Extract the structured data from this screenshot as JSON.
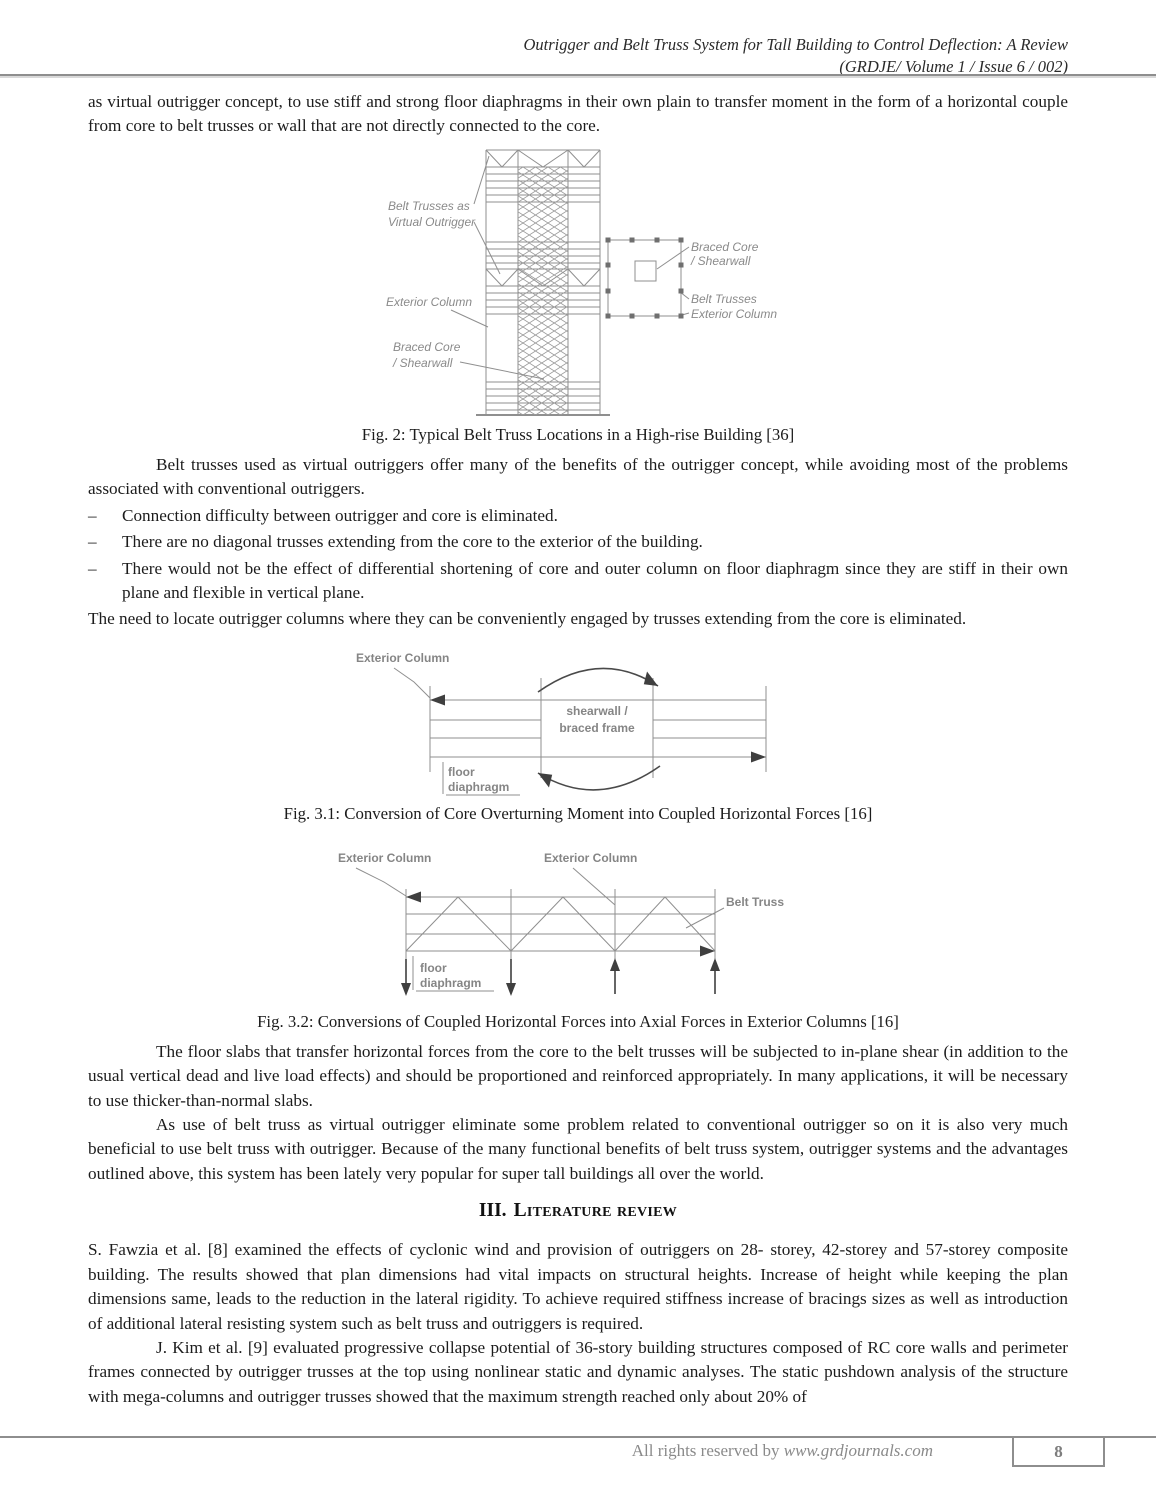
{
  "header": {
    "title_line1": "Outrigger and Belt Truss System for Tall Building to Control Deflection: A Review",
    "title_line2": "(GRDJE/ Volume 1 / Issue 6 / 002)"
  },
  "body": {
    "para_intro": "as virtual outrigger concept, to use stiff and strong floor diaphragms in their own plain to transfer moment in the form of a horizontal couple from core to belt trusses or wall that are not directly connected to the core.",
    "para_belt_trusses": "Belt trusses used as virtual outriggers offer many of the benefits of the outrigger concept, while avoiding most of the problems associated with conventional outriggers.",
    "bullet_marker": "–",
    "bullets": [
      "Connection difficulty between outrigger and core is eliminated.",
      "There are no diagonal trusses extending from the core to the exterior of the building.",
      "There would not be the effect of differential shortening of core and outer column on floor diaphragm since they are stiff in their own plane and flexible in vertical plane."
    ],
    "para_need": "The need to locate outrigger columns where they can be conveniently engaged by trusses extending from the core is eliminated.",
    "para_floor_slabs": "The floor slabs that transfer horizontal forces from the core to the belt trusses will be subjected to in-plane shear (in addition to the usual vertical dead and live load effects) and should be proportioned and reinforced appropriately. In many applications, it will be necessary to use thicker-than-normal slabs.",
    "para_as_use": "As use of belt truss as virtual outrigger eliminate some problem related to conventional outrigger so on it is also very much beneficial to use belt truss with outrigger.  Because of the many functional benefits of belt truss system, outrigger systems and the advantages outlined above, this system has been lately very popular for super tall buildings all over the world.",
    "section_heading": {
      "number": "III.",
      "text": "Literature review"
    },
    "para_fawzia": "S. Fawzia et al. [8] examined the effects of cyclonic wind and provision of outriggers on 28- storey, 42-storey and 57-storey composite building. The results showed that plan dimensions had vital impacts on structural heights. Increase of height while keeping the plan dimensions same, leads to the reduction in the lateral rigidity. To achieve required stiffness increase of bracings sizes as well as introduction of additional lateral resisting system such as belt truss and outriggers is required.",
    "para_kim": "J. Kim et al. [9] evaluated progressive collapse potential of 36-story building structures composed of RC core walls and perimeter frames connected by outrigger trusses at the top using nonlinear static and dynamic analyses. The static pushdown analysis of the structure with mega-columns and outrigger trusses showed that the maximum strength reached only about 20% of"
  },
  "figures": {
    "fig2": {
      "caption": "Fig. 2: Typical Belt Truss Locations in a High-rise Building [36]",
      "labels": {
        "belt_trusses_line1": "Belt Trusses as",
        "belt_trusses_line2": "Virtual Outrigger",
        "exterior_column": "Exterior Column",
        "braced_core_line1": "Braced Core",
        "braced_core_line2": "/ Shearwall",
        "plan_braced_core_line1": "Braced Core",
        "plan_braced_core_line2": "/ Shearwall",
        "plan_belt_trusses": "Belt Trusses",
        "plan_exterior_column": "Exterior Column"
      }
    },
    "fig31": {
      "caption": "Fig. 3.1: Conversion of Core Overturning Moment into Coupled Horizontal Forces [16]",
      "labels": {
        "exterior_column": "Exterior Column",
        "shearwall_line1": "shearwall /",
        "shearwall_line2": "braced frame",
        "floor_line1": "floor",
        "floor_line2": "diaphragm"
      }
    },
    "fig32": {
      "caption": "Fig. 3.2: Conversions of Coupled Horizontal Forces into Axial Forces in Exterior Columns [16]",
      "labels": {
        "exterior_column_left": "Exterior Column",
        "exterior_column_mid": "Exterior Column",
        "belt_truss": "Belt Truss",
        "floor_line1": "floor",
        "floor_line2": "diaphragm"
      }
    }
  },
  "footer": {
    "rights_text": "All rights reserved by ",
    "rights_url": "www.grdjournals.com",
    "page_number": "8"
  },
  "colors": {
    "text": "#1c1c1c",
    "diagram_line": "#8f8f8f",
    "diagram_label": "#8a8a8a",
    "rule": "#8e8e8e"
  }
}
